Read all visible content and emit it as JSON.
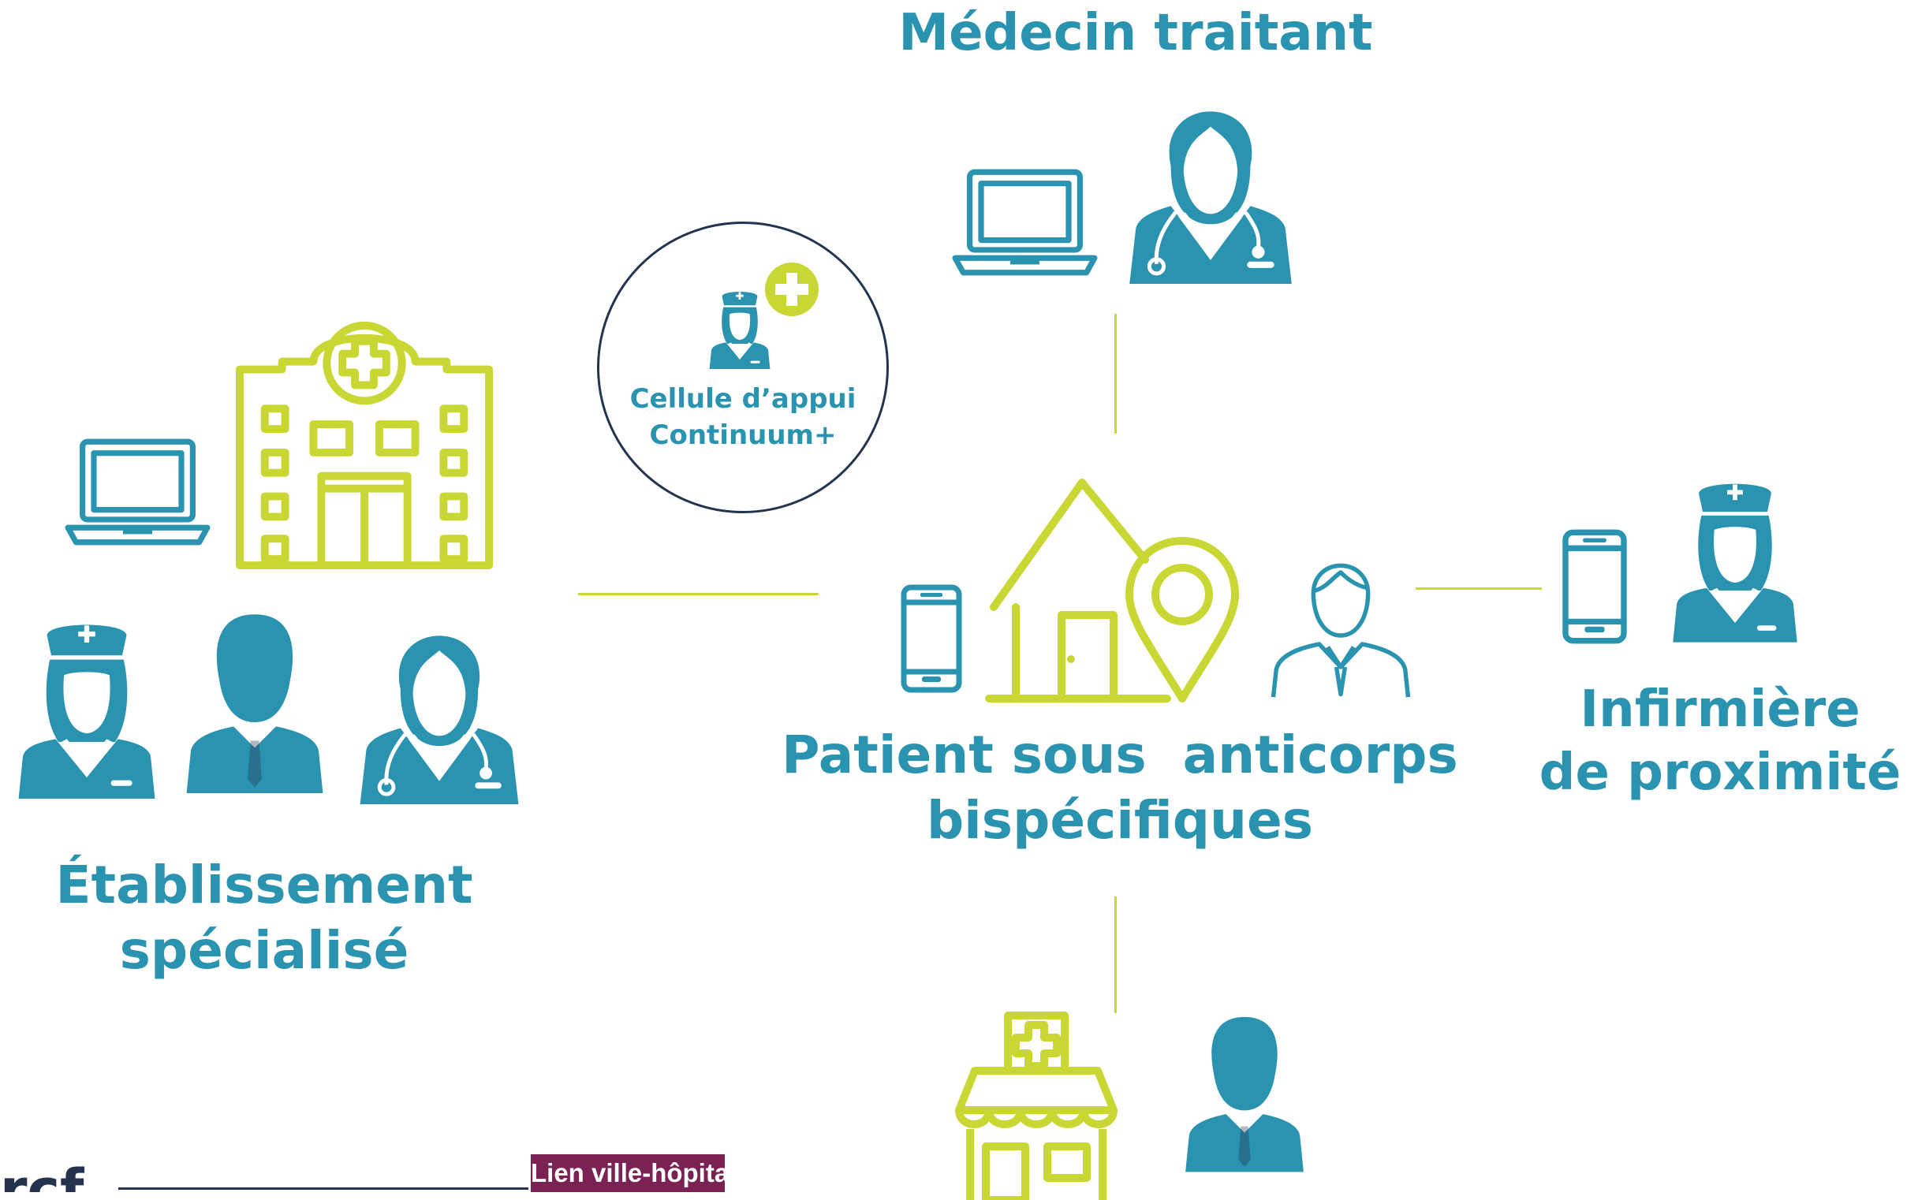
{
  "nodes": {
    "medecin": {
      "label": "Médecin traitant"
    },
    "patient": {
      "line1": "Patient sous  anticorps",
      "line2": "bispécifiques"
    },
    "infirmiere": {
      "line1": "Infirmière",
      "line2": "de proximité"
    },
    "etablissement": {
      "line1": "Établissement",
      "line2": "spécialisé"
    }
  },
  "cellule": {
    "line1": "Cellule d’appui",
    "line2": "Continuum+"
  },
  "footer": {
    "tag": "Lien ville-hôpital",
    "logo_fragment": "rcf"
  },
  "colors": {
    "teal": "#2a93b0",
    "lime": "#c9d734",
    "navy": "#24344f",
    "plum": "#7a2253"
  },
  "icons": [
    "laptop-icon",
    "doctor-icon",
    "hospital-icon",
    "nurse-icon",
    "businessman-icon",
    "house-icon",
    "location-pin-icon",
    "smartphone-icon",
    "patient-icon",
    "pharmacy-icon",
    "medical-cross-icon"
  ]
}
